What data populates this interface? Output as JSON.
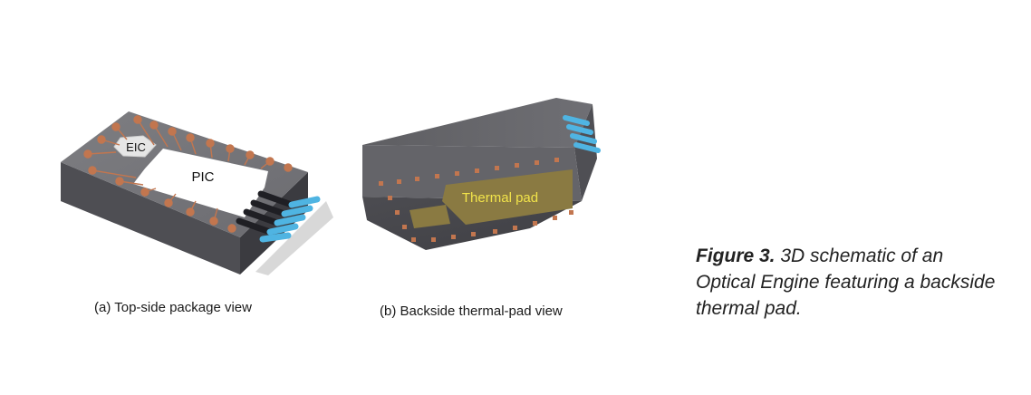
{
  "panel_a": {
    "eic_label": "EIC",
    "pic_label": "PIC",
    "caption": "(a) Top-side package view"
  },
  "panel_b": {
    "pad_label": "Thermal pad",
    "caption": "(b) Backside thermal-pad view"
  },
  "figure_caption": {
    "prefix": "Figure 3.",
    "text": " 3D schematic of an Optical Engine featuring a backside thermal pad."
  },
  "colors": {
    "package_top": "#7a7a7e",
    "package_side": "#4a4a4e",
    "pad_brown": "#c2764f",
    "fiber_blue": "#4fb4e2",
    "thermal_pad": "#8a7a42",
    "thermal_label": "#f2e44a"
  }
}
